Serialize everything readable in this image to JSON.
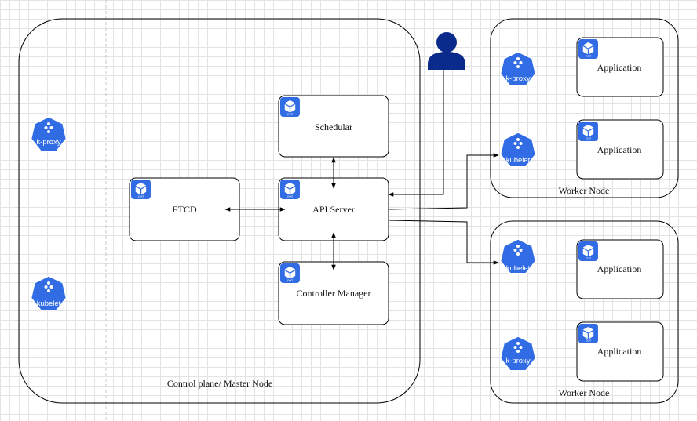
{
  "colors": {
    "k8s_blue": "#326ce5",
    "user_blue": "#0a2a8c",
    "stroke": "#000000"
  },
  "icons": {
    "badge": "kubernetes-heptagon-icon",
    "pod": "pod-cube-icon",
    "user": "user-icon"
  },
  "control_plane": {
    "label": "Control plane/ Master Node",
    "kproxy_label": "k-proxy",
    "kubelet_label": "kubelet"
  },
  "components": {
    "schedular": "Schedular",
    "api_server": "API Server",
    "etcd": "ETCD",
    "controller_manager": "Controller Manager"
  },
  "pod_label": "pod",
  "worker_top": {
    "label": "Worker Node",
    "kproxy_label": "k-proxy",
    "kubelet_label": "kubelet",
    "app1": "Application",
    "app2": "Application"
  },
  "worker_bottom": {
    "label": "Worker Node",
    "kubelet_label": "kubelet",
    "kproxy_label": "k-proxy",
    "app1": "Application",
    "app2": "Application"
  }
}
